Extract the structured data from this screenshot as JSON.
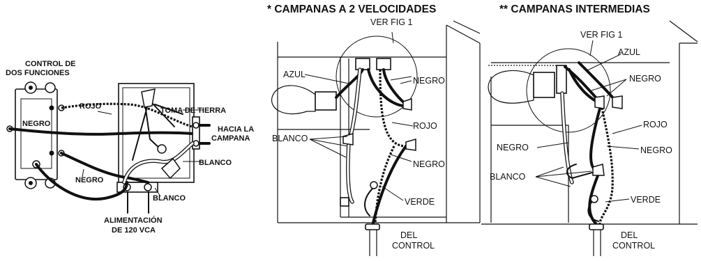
{
  "left_diagram": {
    "control_title_line1": "CONTROL DE",
    "control_title_line2": "DOS FUNCIONES",
    "rojo": "ROJO",
    "negro_1": "NEGRO",
    "negro_2": "NEGRO",
    "toma_de_tierra": "TOMA DE TIERRA",
    "hacia_la_line1": "HACIA LA",
    "hacia_la_line2": "CAMPANA",
    "blanco_1": "BLANCO",
    "blanco_2": "BLANCO",
    "alimentacion_line1": "ALIMENTACIÓN",
    "alimentacion_line2": "DE 120 VCA"
  },
  "middle_diagram": {
    "title": "* CAMPANAS A 2 VELOCIDADES",
    "ver_fig": "VER FIG 1",
    "azul": "AZUL",
    "negro_top": "NEGRO",
    "rojo": "ROJO",
    "blanco": "BLANCO",
    "negro_bottom": "NEGRO",
    "verde": "VERDE",
    "del_line1": "DEL",
    "del_line2": "CONTROL"
  },
  "right_diagram": {
    "title": "** CAMPANAS INTERMEDIAS",
    "ver_fig": "VER FIG 1",
    "azul": "AZUL",
    "negro_top": "NEGRO",
    "rojo": "ROJO",
    "negro_left": "NEGRO",
    "negro_right": "NEGRO",
    "blanco": "BLANCO",
    "verde": "VERDE",
    "del_line1": "DEL",
    "del_line2": "CONTROL"
  }
}
